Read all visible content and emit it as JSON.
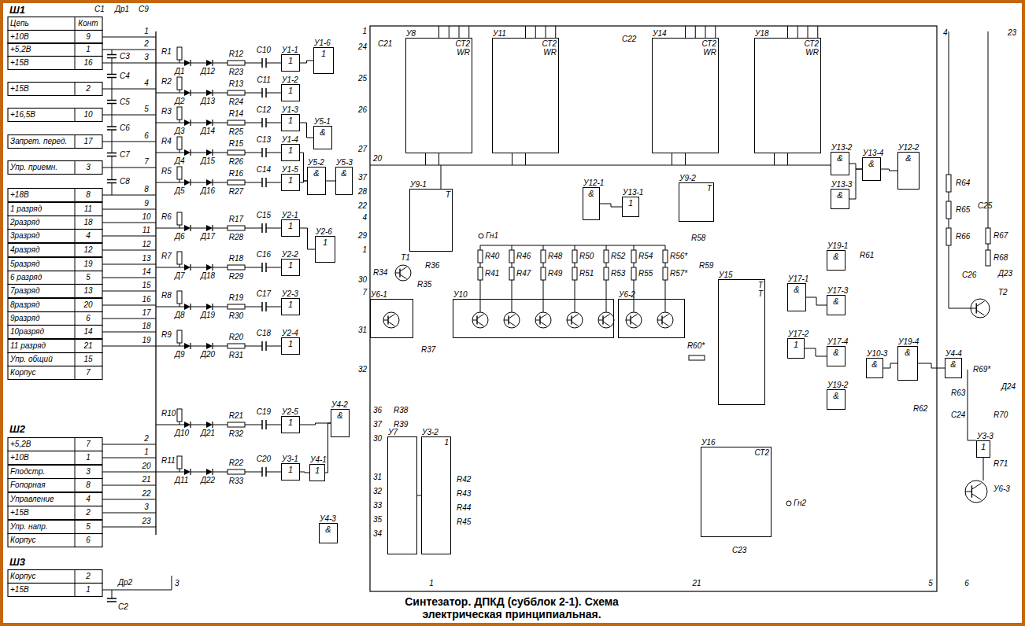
{
  "diagram": {
    "caption": "Синтезатор. ДПКД (субблок 2-1). Схема электрическая принципиальная.",
    "nodes": [
      {
        "text": [
          "У8",
          "СТ2",
          "WR"
        ]
      },
      {
        "text": [
          "У11",
          "СТ2",
          "WR"
        ]
      },
      {
        "text": [
          "У14",
          "СТ2",
          "WR"
        ]
      },
      {
        "text": [
          "У18",
          "СТ2",
          "WR"
        ]
      },
      {
        "text": [
          "У9-1",
          "Т"
        ]
      },
      {
        "text": [
          "У9-2",
          "Т"
        ]
      },
      {
        "text": [
          "У15",
          "Т",
          "Т"
        ]
      },
      {
        "text": [
          "У16",
          "СТ2"
        ]
      },
      {
        "text": [
          "У7"
        ]
      },
      {
        "text": [
          "У3-2",
          "1"
        ]
      },
      {
        "text": [
          "У6-1"
        ]
      },
      {
        "text": [
          "У10"
        ]
      },
      {
        "text": [
          "У6-2"
        ]
      },
      {
        "text": [
          "У1-1",
          "1"
        ]
      },
      {
        "text": [
          "У1-2",
          "1"
        ]
      },
      {
        "text": [
          "У1-3",
          "1"
        ]
      },
      {
        "text": [
          "У1-4",
          "1"
        ]
      },
      {
        "text": [
          "У1-5",
          "1"
        ]
      },
      {
        "text": [
          "У2-1",
          "1"
        ]
      },
      {
        "text": [
          "У2-2",
          "1"
        ]
      },
      {
        "text": [
          "У2-3",
          "1"
        ]
      },
      {
        "text": [
          "У2-4",
          "1"
        ]
      },
      {
        "text": [
          "У2-5",
          "1"
        ]
      },
      {
        "text": [
          "У3-1",
          "1"
        ]
      },
      {
        "text": [
          "У1-6",
          "1"
        ]
      },
      {
        "text": [
          "У5-1",
          "&"
        ]
      },
      {
        "text": [
          "У5-2",
          "&"
        ]
      },
      {
        "text": [
          "У5-3",
          "&"
        ]
      },
      {
        "text": [
          "У2-6",
          "1"
        ]
      },
      {
        "text": [
          "У4-2",
          "&"
        ]
      },
      {
        "text": [
          "У4-1",
          "1"
        ]
      },
      {
        "text": [
          "У4-3",
          "&"
        ]
      },
      {
        "text": [
          "У12-1",
          "&"
        ]
      },
      {
        "text": [
          "У13-1",
          "1"
        ]
      },
      {
        "text": [
          "У13-2",
          "&"
        ]
      },
      {
        "text": [
          "У13-3",
          "&"
        ]
      },
      {
        "text": [
          "У13-4",
          "&"
        ]
      },
      {
        "text": [
          "У12-2",
          "&"
        ]
      },
      {
        "text": [
          "У17-1",
          "&"
        ]
      },
      {
        "text": [
          "У17-2",
          "1"
        ]
      },
      {
        "text": [
          "У17-3",
          "&"
        ]
      },
      {
        "text": [
          "У17-4",
          "&"
        ]
      },
      {
        "text": [
          "У19-1",
          "&"
        ]
      },
      {
        "text": [
          "У19-2",
          "&"
        ]
      },
      {
        "text": [
          "У10-3",
          "&"
        ]
      },
      {
        "text": [
          "У19-4",
          "&"
        ]
      },
      {
        "text": [
          "У4-4",
          "&"
        ]
      },
      {
        "text": [
          "У3-3",
          "1"
        ]
      }
    ],
    "edges": [
      {
        "from": 13,
        "to": 24,
        "arrow": "none"
      },
      {
        "from": 15,
        "to": 25,
        "arrow": "none"
      },
      {
        "from": 16,
        "to": 26,
        "arrow": "none"
      },
      {
        "from": 17,
        "to": 26,
        "arrow": "none"
      },
      {
        "from": 26,
        "to": 27,
        "arrow": "none"
      },
      {
        "from": 18,
        "to": 28,
        "arrow": "none"
      },
      {
        "from": 22,
        "to": 29,
        "arrow": "none"
      },
      {
        "from": 23,
        "to": 30,
        "arrow": "none"
      },
      {
        "from": 30,
        "to": 29,
        "arrow": "none"
      },
      {
        "from": 8,
        "to": 9,
        "arrow": "none"
      },
      {
        "from": 32,
        "to": 33,
        "arrow": "none"
      },
      {
        "from": 34,
        "to": 36,
        "arrow": "none"
      },
      {
        "from": 35,
        "to": 36,
        "arrow": "none"
      },
      {
        "from": 36,
        "to": 37,
        "arrow": "none"
      },
      {
        "from": 38,
        "to": 40,
        "arrow": "none"
      },
      {
        "from": 39,
        "to": 41,
        "arrow": "none"
      },
      {
        "from": 44,
        "to": 45,
        "arrow": "none"
      },
      {
        "from": 45,
        "to": 46,
        "arrow": "none"
      }
    ],
    "labels": [
      "Ш1",
      "Ш2",
      "Ш3",
      "Цепь",
      "Конт",
      "+10В",
      "9",
      "+5,2В",
      "1",
      "+15В",
      "16",
      "+15В",
      "2",
      "+16,5В",
      "10",
      "Запрет. перед.",
      "17",
      "Упр. приемн.",
      "3",
      "+18В",
      "8",
      "1 разряд",
      "11",
      "2разряд",
      "18",
      "3разряд",
      "4",
      "4разряд",
      "12",
      "5разряд",
      "19",
      "6 разряд",
      "5",
      "7разряд",
      "13",
      "8разряд",
      "20",
      "9разряд",
      "6",
      "10разряд",
      "14",
      "11 разряд",
      "21",
      "Упр. общий",
      "15",
      "Корпус",
      "7",
      "+5,2В",
      "7",
      "+10В",
      "1",
      "Fподстр.",
      "3",
      "Fопорная",
      "8",
      "Управление",
      "4",
      "+15В",
      "2",
      "Упр. напр.",
      "5",
      "Корпус",
      "6",
      "Корпус",
      "2",
      "+15В",
      "1",
      "С1",
      "Др1",
      "С9",
      "С3",
      "С4",
      "С5",
      "С6",
      "С7",
      "С8",
      "Др2",
      "С2",
      "R1",
      "R2",
      "R3",
      "R4",
      "R5",
      "R6",
      "R7",
      "R8",
      "R9",
      "R10",
      "R11",
      "Д1",
      "Д2",
      "Д3",
      "Д4",
      "Д5",
      "Д6",
      "Д7",
      "Д8",
      "Д9",
      "Д10",
      "Д11",
      "Д12",
      "Д13",
      "Д14",
      "Д15",
      "Д16",
      "Д17",
      "Д18",
      "Д19",
      "Д20",
      "Д21",
      "Д22",
      "R12",
      "R13",
      "R14",
      "R15",
      "R16",
      "R17",
      "R18",
      "R19",
      "R20",
      "R21",
      "R22",
      "R23",
      "R24",
      "R25",
      "R26",
      "R27",
      "R28",
      "R29",
      "R30",
      "R31",
      "R32",
      "R33",
      "С10",
      "С11",
      "С12",
      "С13",
      "С14",
      "С15",
      "С16",
      "С17",
      "С18",
      "С19",
      "С20",
      "1",
      "2",
      "3",
      "4",
      "5",
      "6",
      "7",
      "8",
      "9",
      "10",
      "11",
      "12",
      "13",
      "14",
      "15",
      "16",
      "17",
      "18",
      "19",
      "2",
      "1",
      "20",
      "21",
      "22",
      "3",
      "23",
      "3",
      "1",
      "24",
      "25",
      "26",
      "27",
      "37",
      "28",
      "22",
      "4",
      "29",
      "1",
      "30",
      "7",
      "31",
      "32",
      "20",
      "36",
      "37",
      "30",
      "31",
      "32",
      "33",
      "35",
      "34",
      "С21",
      "С22",
      "С23",
      "R34",
      "Т1",
      "R35",
      "R36",
      "R37",
      "R38",
      "R39",
      "R40",
      "R41",
      "R46",
      "R47",
      "R48",
      "R49",
      "R50",
      "R51",
      "R52",
      "R53",
      "R54",
      "R55",
      "R56*",
      "R57*",
      "R58",
      "R59",
      "R60*",
      "R42",
      "R43",
      "R44",
      "R45",
      "Гн1",
      "Гн2",
      "R61",
      "R64",
      "R65",
      "С25",
      "R66",
      "R67",
      "R68",
      "Д23",
      "С26",
      "Т2",
      "R69*",
      "Д24",
      "R63",
      "R62",
      "С24",
      "R70",
      "R71",
      "У6-3",
      "4",
      "23",
      "1",
      "21",
      "5",
      "6"
    ]
  }
}
